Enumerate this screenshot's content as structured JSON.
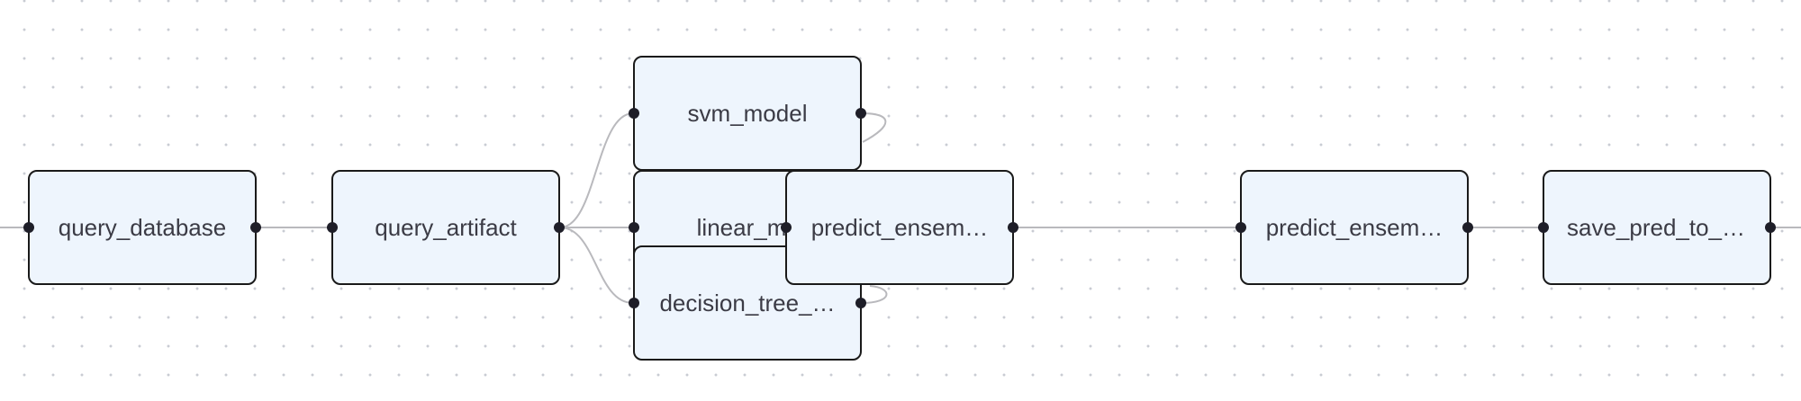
{
  "nodes": {
    "query_database": {
      "label": "query_database"
    },
    "query_artifact": {
      "label": "query_artifact"
    },
    "svm_model": {
      "label": "svm_model"
    },
    "linear_model": {
      "label": "linear_mc"
    },
    "decision_tree": {
      "label": "decision_tree_…"
    },
    "predict_ensemble_1": {
      "label": "predict_ensem…"
    },
    "predict_ensemble_2": {
      "label": "predict_ensem…"
    },
    "save_pred_to_db": {
      "label": "save_pred_to_db"
    }
  },
  "colors": {
    "node_fill": "#eef5fd",
    "node_border": "#1a1a1a",
    "edge": "#b9b9bd",
    "port": "#1e1e28",
    "grid_dot": "#c9ccd3"
  }
}
